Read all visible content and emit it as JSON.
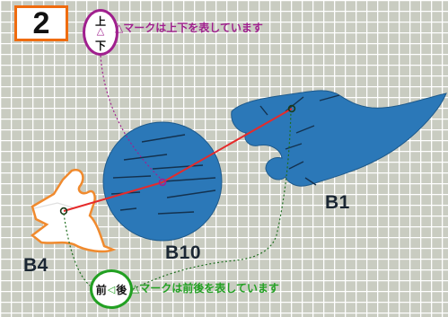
{
  "step": {
    "number": "2"
  },
  "orientation_marks": {
    "updown": {
      "top_text": "上",
      "triangle": "△",
      "bottom_text": "下",
      "color": "#a0208e"
    },
    "frontback": {
      "left_text": "前",
      "triangle": "◁",
      "right_text": "後",
      "color": "#22a022"
    }
  },
  "notes": {
    "updown": "△マークは上下を表しています",
    "frontback": "△マークは前後を表しています"
  },
  "parts": {
    "b1": {
      "label": "B1",
      "color": "#2b78b8"
    },
    "b10": {
      "label": "B10",
      "color": "#2b78b8"
    },
    "b4": {
      "label": "B4",
      "color": "#ffffff",
      "edge_color": "#f08a2e"
    }
  },
  "colors": {
    "background": "#c9ccc1",
    "grid": "#ffffff",
    "connector": "#e52b2b",
    "step_border": "#ef6c10"
  }
}
